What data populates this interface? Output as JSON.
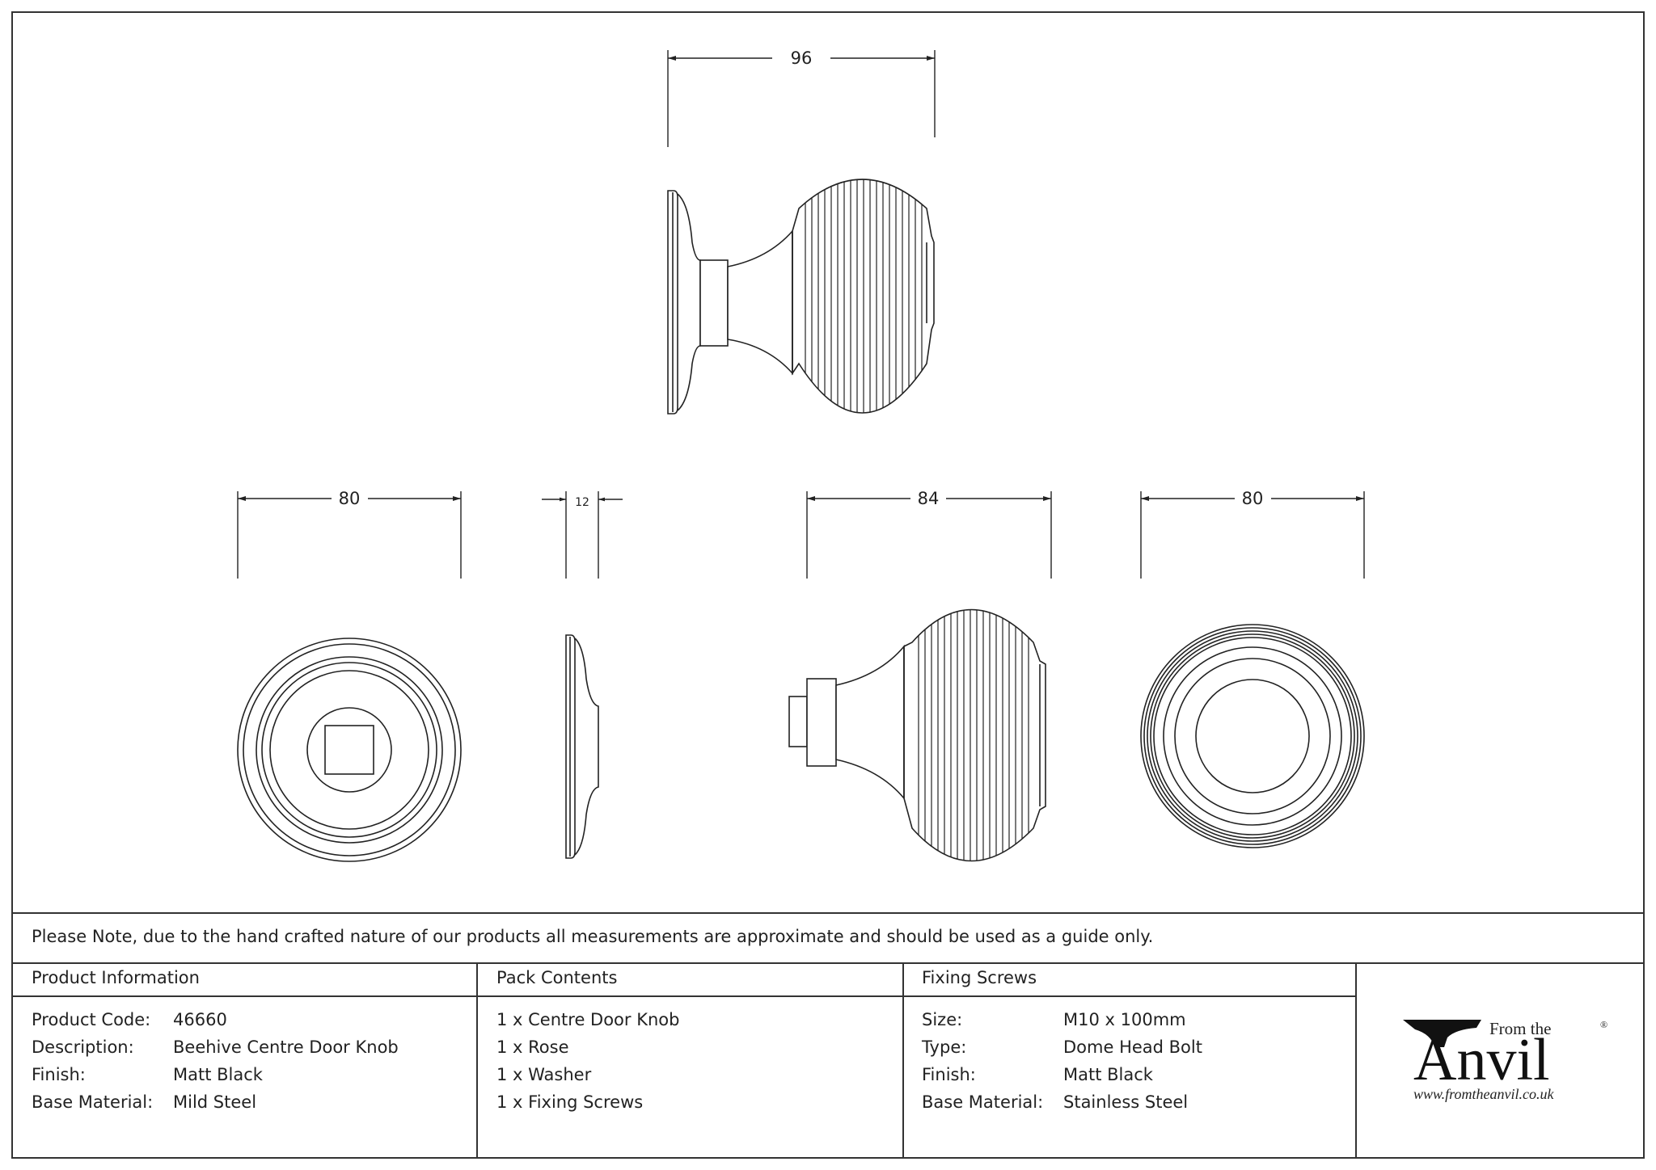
{
  "dimensions": {
    "top_width": "96",
    "rose_width": "80",
    "rose_thickness": "12",
    "side_width": "84",
    "back_width": "80"
  },
  "note": "Please Note, due to the hand crafted nature of our products all measurements are approximate and should be used as a guide only.",
  "product_info": {
    "header": "Product Information",
    "rows": [
      {
        "label": "Product Code:",
        "value": "46660"
      },
      {
        "label": "Description:",
        "value": "Beehive Centre Door Knob"
      },
      {
        "label": "Finish:",
        "value": "Matt Black"
      },
      {
        "label": "Base Material:",
        "value": "Mild Steel"
      }
    ]
  },
  "pack_contents": {
    "header": "Pack Contents",
    "items": [
      "1 x Centre Door Knob",
      "1 x Rose",
      "1 x Washer",
      "1 x Fixing Screws"
    ]
  },
  "fixing_screws": {
    "header": "Fixing Screws",
    "rows": [
      {
        "label": "Size:",
        "value": "M10 x 100mm"
      },
      {
        "label": "Type:",
        "value": "Dome Head Bolt"
      },
      {
        "label": "Finish:",
        "value": "Matt Black"
      },
      {
        "label": "Base Material:",
        "value": "Stainless Steel"
      }
    ]
  },
  "logo": {
    "from_the": "From the",
    "name": "Anvil",
    "registered": "®",
    "url": "www.fromtheanvil.co.uk"
  }
}
